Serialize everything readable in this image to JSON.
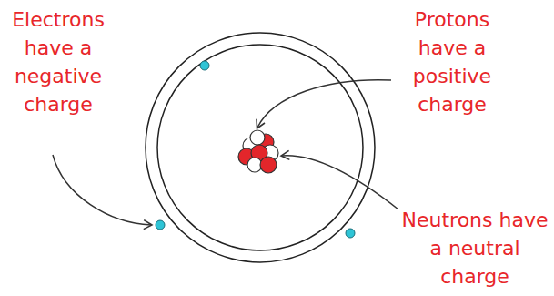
{
  "diagram": {
    "labels": [
      "Electrons have a negative charge",
      "Protons have a positive charge",
      "Neutrons have a neutral charge"
    ]
  }
}
